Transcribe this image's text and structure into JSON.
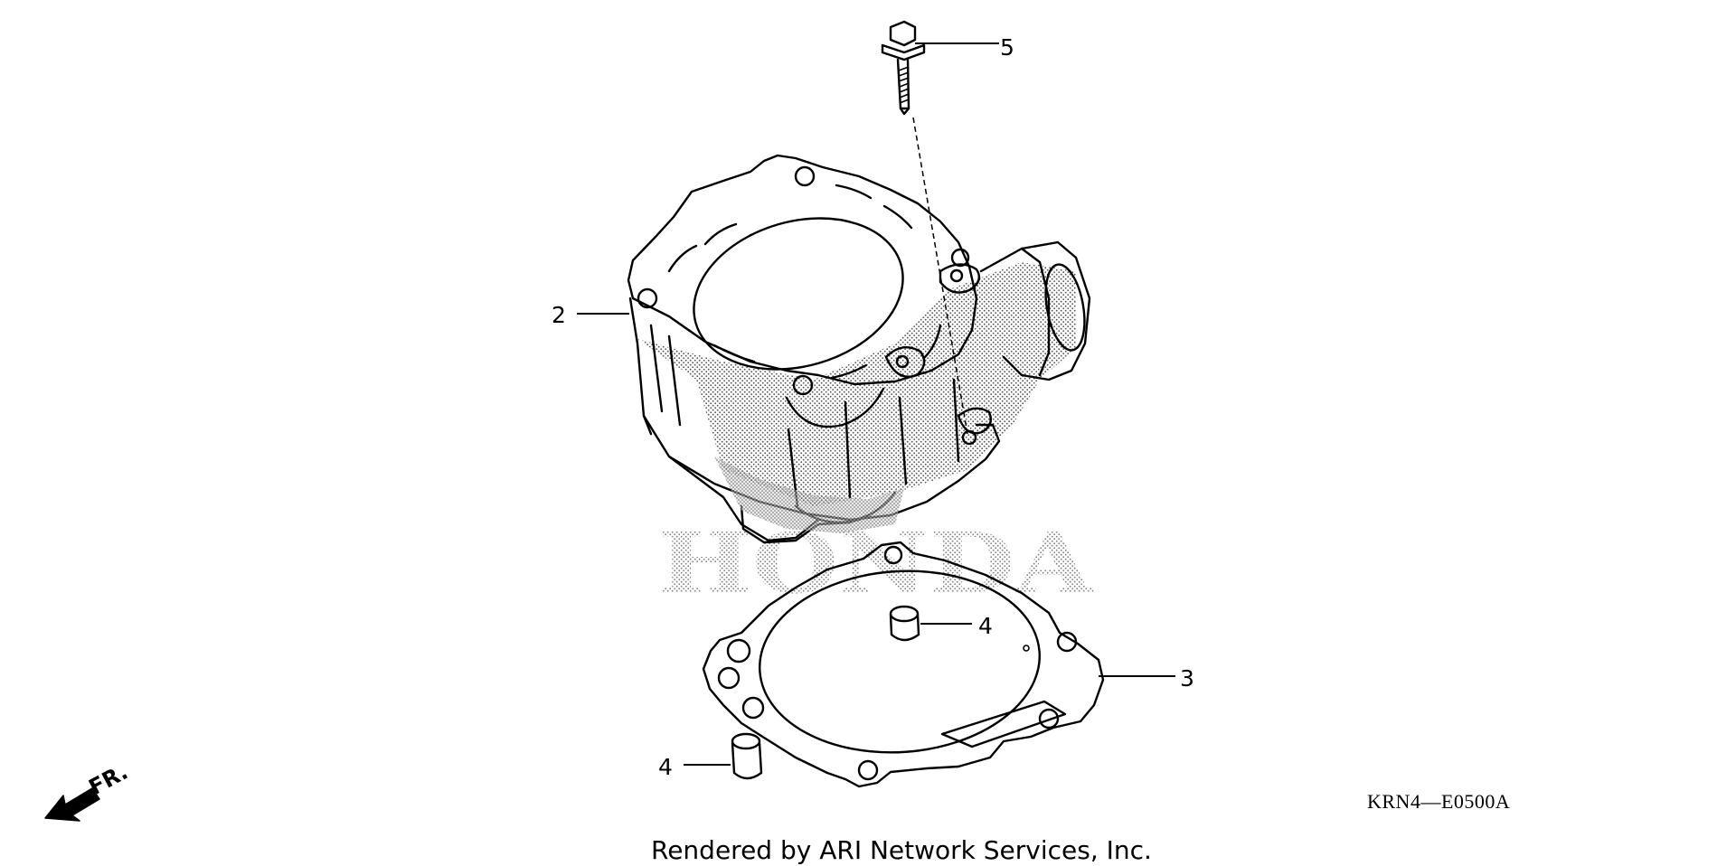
{
  "callouts": {
    "cylinder": "2",
    "gasket": "3",
    "dowel_upper": "4",
    "dowel_lower": "4",
    "bolt": "5"
  },
  "diagram_code": "KRN4—E0500A",
  "direction_label": "FR.",
  "watermark": "HONDA",
  "footer": "Rendered by ARI Network Services, Inc."
}
